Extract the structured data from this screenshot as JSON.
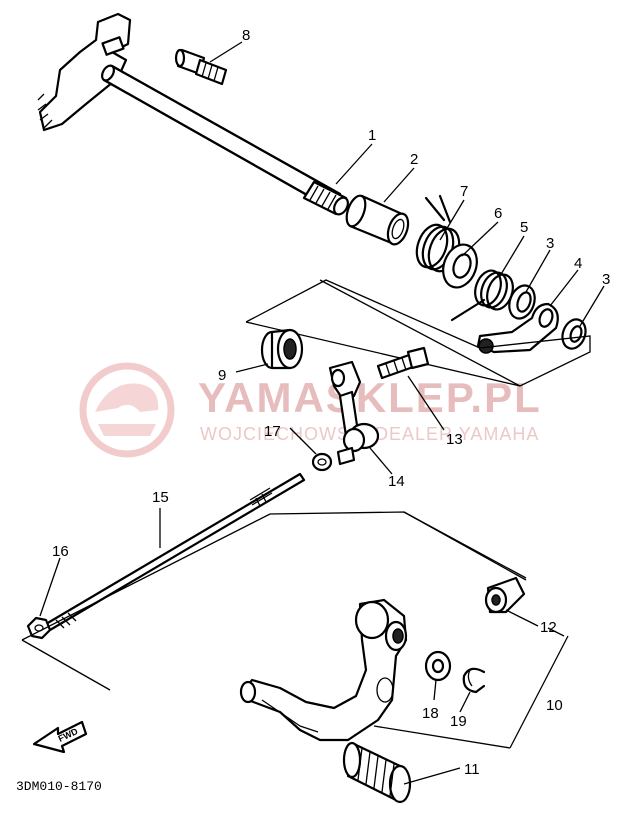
{
  "diagram_code": "3DM010-8170",
  "fwd_label": "FWD",
  "watermark": {
    "main": "YAMASKLEP.PL",
    "sub": "WOJCIECHOWSKI DEALER YAMAHA"
  },
  "part_labels": {
    "p1": "1",
    "p2": "2",
    "p3a": "3",
    "p3b": "3",
    "p4": "4",
    "p5": "5",
    "p6": "6",
    "p7": "7",
    "p8": "8",
    "p9": "9",
    "p10": "10",
    "p11": "11",
    "p12": "12",
    "p13": "13",
    "p14": "14",
    "p15": "15",
    "p16": "16",
    "p17": "17",
    "p18": "18",
    "p19": "19"
  }
}
